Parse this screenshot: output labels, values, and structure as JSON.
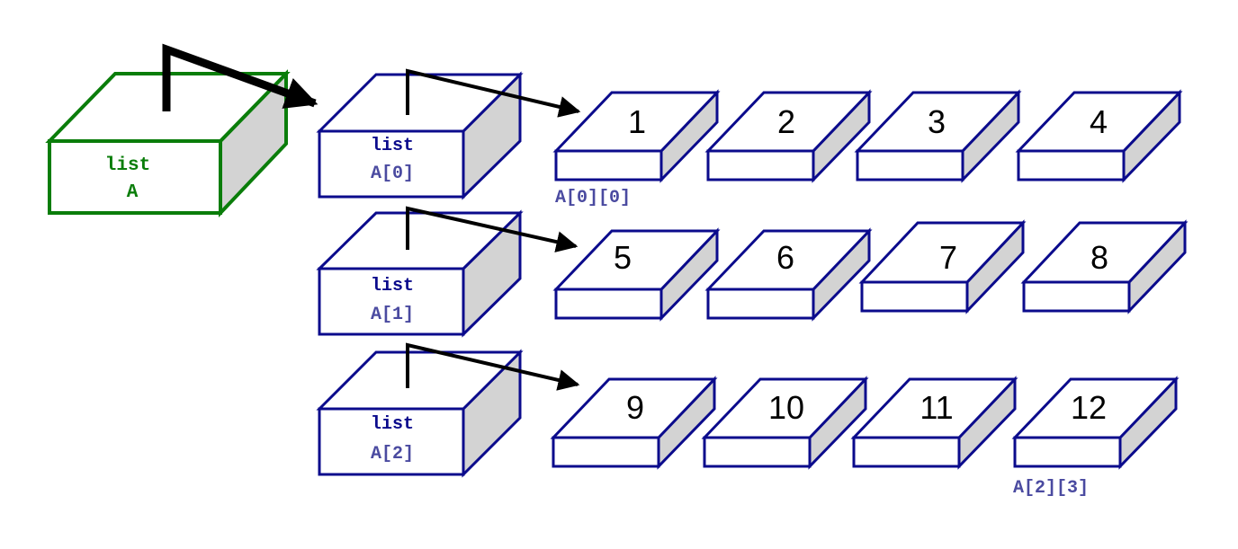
{
  "outer": {
    "label1": "list",
    "label2": "A",
    "color": "#0a7d0a"
  },
  "rows": [
    {
      "label1": "list",
      "label2": "A[0]",
      "values": [
        "1",
        "2",
        "3",
        "4"
      ]
    },
    {
      "label1": "list",
      "label2": "A[1]",
      "values": [
        "5",
        "6",
        "7",
        "8"
      ]
    },
    {
      "label1": "list",
      "label2": "A[2]",
      "values": [
        "9",
        "10",
        "11",
        "12"
      ]
    }
  ],
  "annotations": {
    "first": "A[0][0]",
    "last": "A[2][3]"
  },
  "colors": {
    "box_stroke": "#0b0b8c",
    "index_text": "#4a4aa0",
    "side_fill": "#d3d3d3",
    "arrow": "#000000"
  }
}
